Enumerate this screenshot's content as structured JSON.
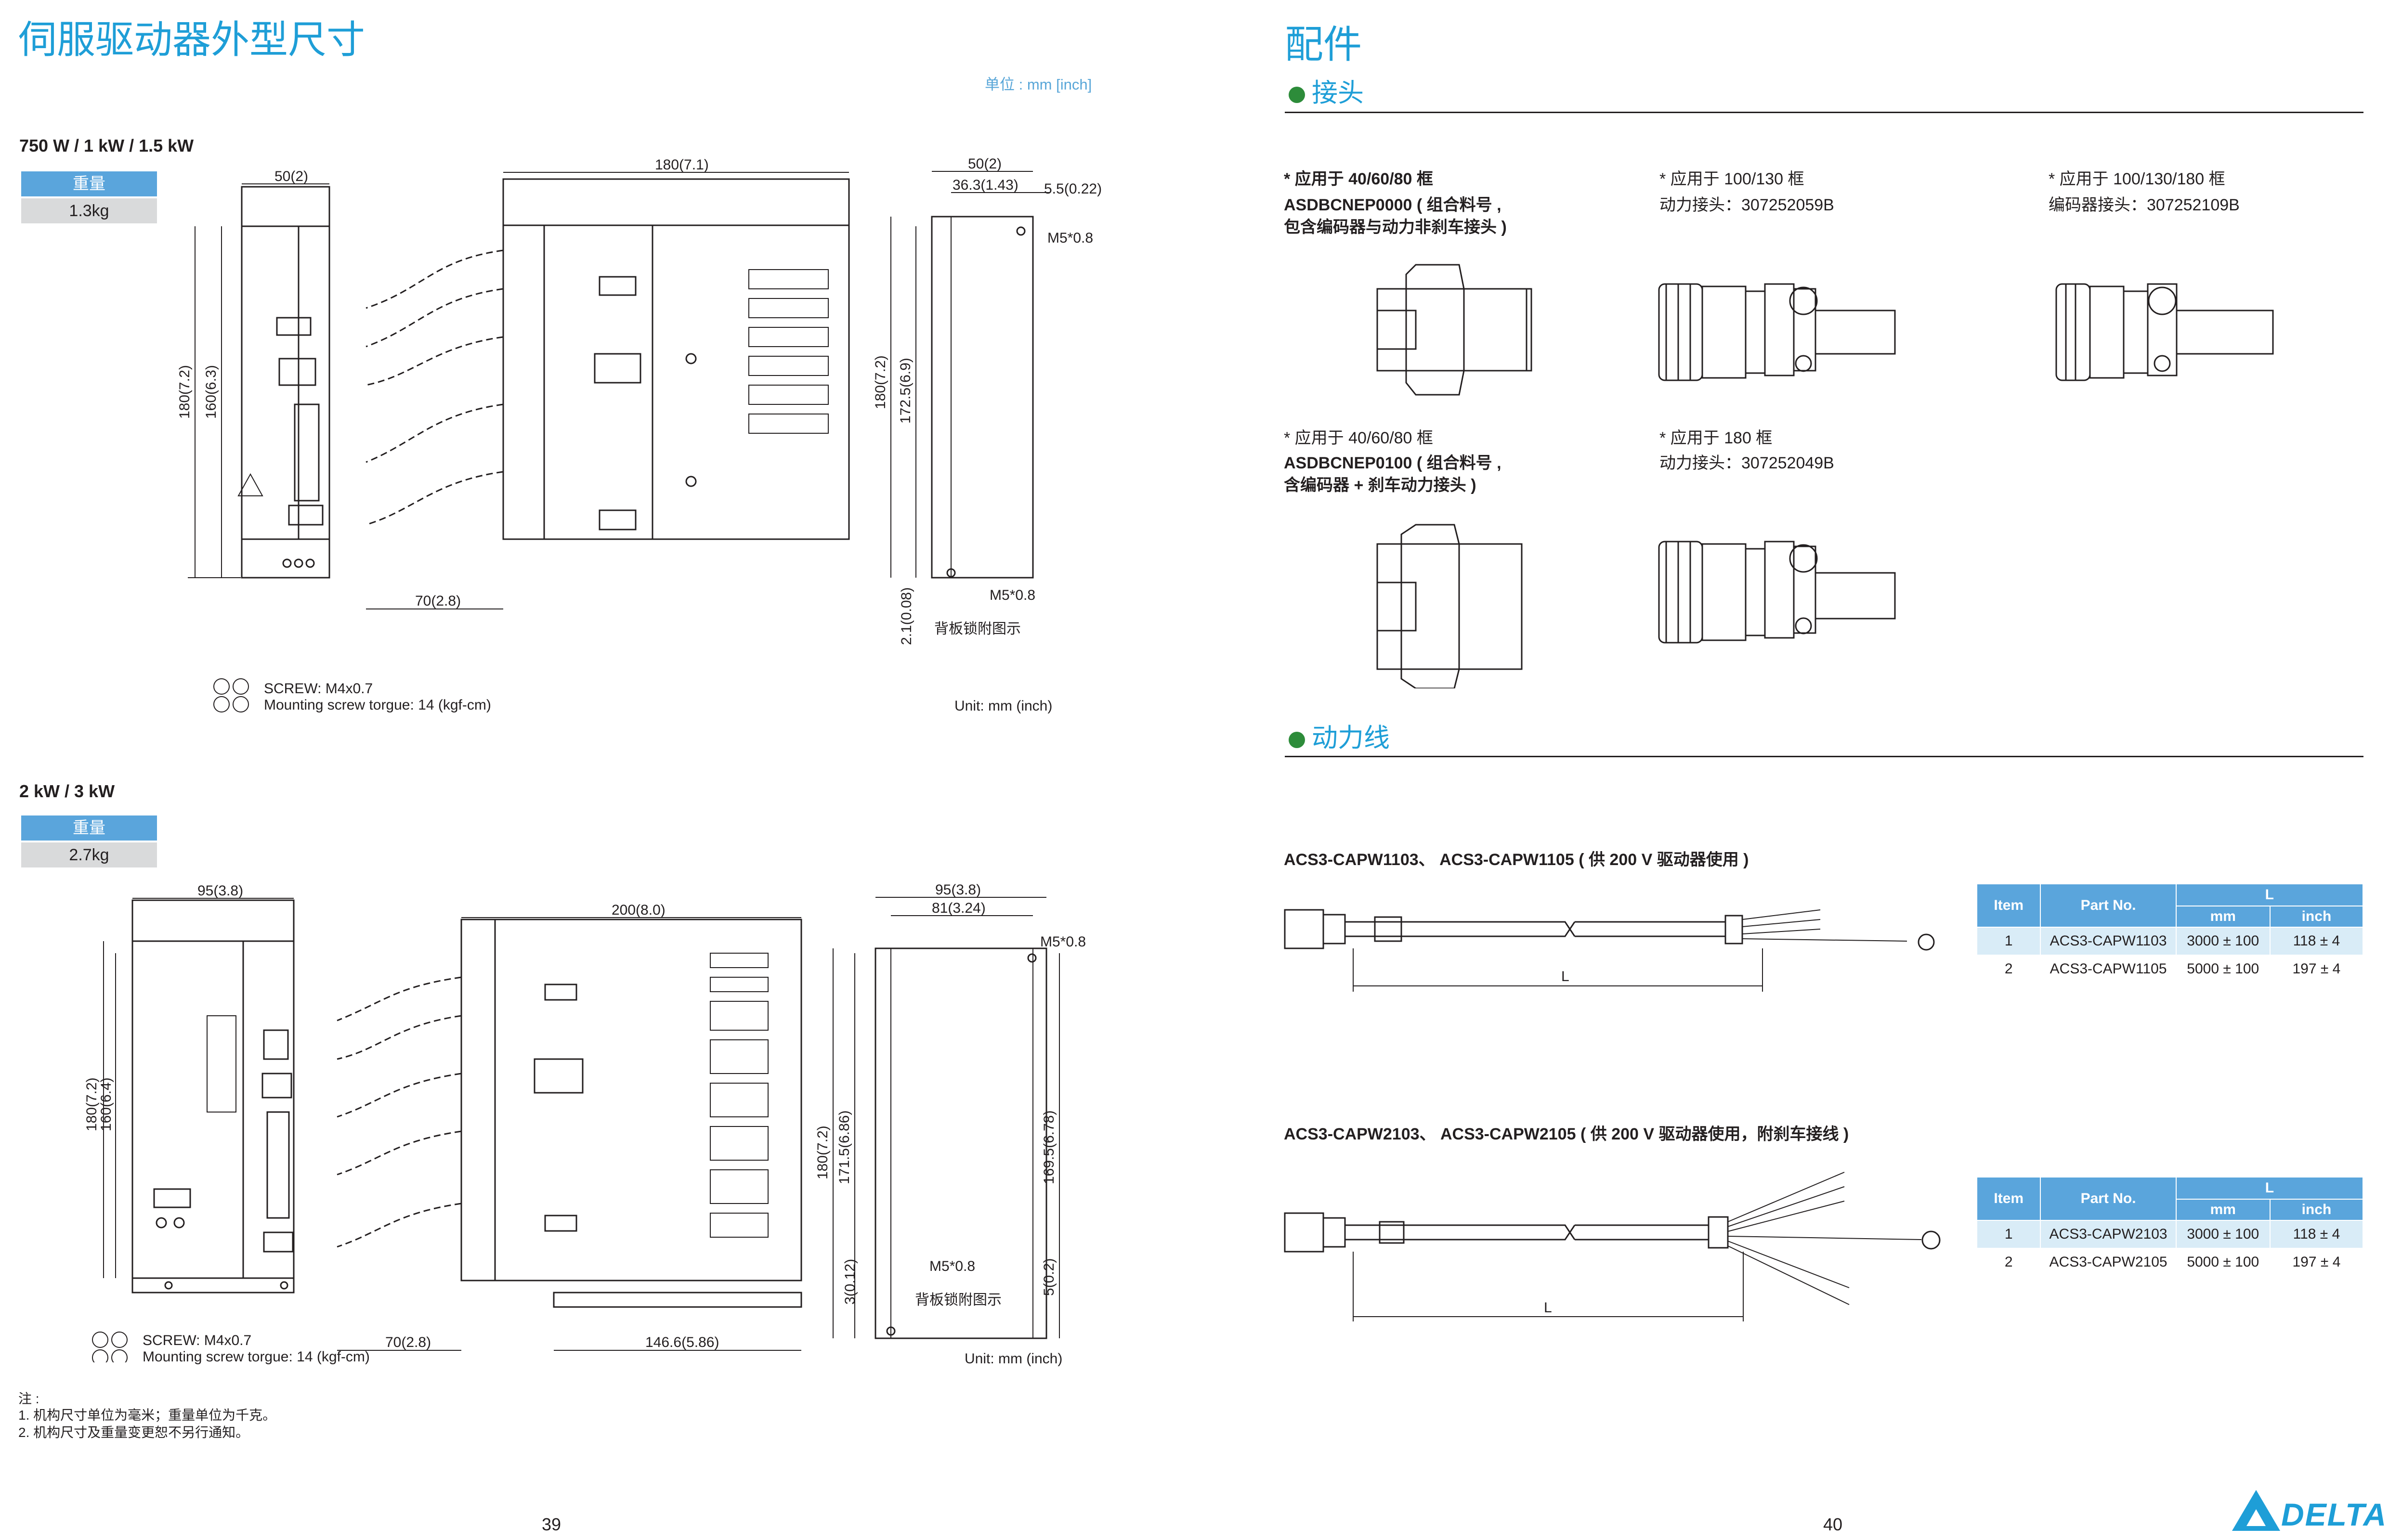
{
  "left": {
    "title": "伺服驱动器外型尺寸",
    "unit_note": "单位 : mm [inch]",
    "section1": {
      "heading": "750 W / 1 kW / 1.5 kW",
      "weight_label": "重量",
      "weight_value": "1.3kg",
      "dims": {
        "w_front": "50(2)",
        "h_outer": "180(7.2)",
        "h_inner": "160(6.3)",
        "d_side": "180(7.1)",
        "d_cable": "70(2.8)",
        "back_w": "50(2)",
        "back_w_inner": "36.3(1.43)",
        "back_offset": "5.5(0.22)",
        "back_h": "180(7.2)",
        "back_h_inner": "172.5(6.9)",
        "back_bottom": "2.1(0.08)",
        "m5_top": "M5*0.8",
        "m5_bottom": "M5*0.8",
        "back_label": "背板锁附图示"
      },
      "screw": "SCREW: M4x0.7",
      "torque": "Mounting screw torgue: 14 (kgf-cm)",
      "unit": "Unit: mm (inch)"
    },
    "section2": {
      "heading": "2 kW / 3 kW",
      "weight_label": "重量",
      "weight_value": "2.7kg",
      "dims": {
        "w_front": "95(3.8)",
        "h_outer": "180(7.2)",
        "h_inner": "160(6.4)",
        "d_side": "200(8.0)",
        "d_cable": "70(2.8)",
        "d_bottom": "146.6(5.86)",
        "back_w": "95(3.8)",
        "back_w_inner": "81(3.24)",
        "back_h": "180(7.2)",
        "back_h_inner": "171.5(6.86)",
        "back_h_right": "169.5(6.78)",
        "back_bottom_left": "3(0.12)",
        "back_bottom_right": "5(0.2)",
        "m5_top": "M5*0.8",
        "m5_bottom": "M5*0.8",
        "back_label": "背板锁附图示"
      },
      "screw": "SCREW: M4x0.7",
      "torque": "Mounting screw torgue: 14 (kgf-cm)",
      "unit": "Unit: mm (inch)"
    },
    "notes": {
      "head": "注 :",
      "n1": "1. 机构尺寸单位为毫米；重量单位为千克。",
      "n2": "2. 机构尺寸及重量变更恕不另行通知。"
    },
    "page_number": "39"
  },
  "right": {
    "title": "配件",
    "connectors_heading": "接头",
    "connectors": [
      {
        "line1": "* 应用于 40/60/80 框",
        "line2": "ASDBCNEP0000 ( 组合料号 ,",
        "line3": "包含编码器与动力非刹车接头 )"
      },
      {
        "line1": "* 应用于 100/130 框",
        "line2": "动力接头：307252059B"
      },
      {
        "line1": "* 应用于 100/130/180 框",
        "line2": "编码器接头：307252109B"
      },
      {
        "line1": "* 应用于 40/60/80 框",
        "line2": "ASDBCNEP0100 ( 组合料号 ,",
        "line3": "含编码器 + 刹车动力接头 )"
      },
      {
        "line1": "* 应用于 180 框",
        "line2": "动力接头：307252049B"
      }
    ],
    "power_heading": "动力线",
    "cable1": {
      "title": "ACS3-CAPW1103、 ACS3-CAPW1105 ( 供 200 V 驱动器使用 )",
      "dim_label": "L",
      "table": {
        "h_item": "Item",
        "h_part": "Part No.",
        "h_L": "L",
        "h_mm": "mm",
        "h_inch": "inch",
        "rows": [
          {
            "item": "1",
            "part": "ACS3-CAPW1103",
            "mm": "3000 ± 100",
            "inch": "118 ± 4"
          },
          {
            "item": "2",
            "part": "ACS3-CAPW1105",
            "mm": "5000 ± 100",
            "inch": "197 ± 4"
          }
        ]
      }
    },
    "cable2": {
      "title": "ACS3-CAPW2103、 ACS3-CAPW2105 ( 供 200 V 驱动器使用，附刹车接线 )",
      "dim_label": "L",
      "table": {
        "h_item": "Item",
        "h_part": "Part No.",
        "h_L": "L",
        "h_mm": "mm",
        "h_inch": "inch",
        "rows": [
          {
            "item": "1",
            "part": "ACS3-CAPW2103",
            "mm": "3000 ± 100",
            "inch": "118 ± 4"
          },
          {
            "item": "2",
            "part": "ACS3-CAPW2105",
            "mm": "5000 ± 100",
            "inch": "197 ± 4"
          }
        ]
      }
    },
    "page_number": "40",
    "logo_text": "DELTA",
    "colors": {
      "accent": "#1e9ed7",
      "table_head": "#5aa5dc",
      "table_row": "#d9ecf7",
      "bullet": "#2d8c3a"
    }
  }
}
